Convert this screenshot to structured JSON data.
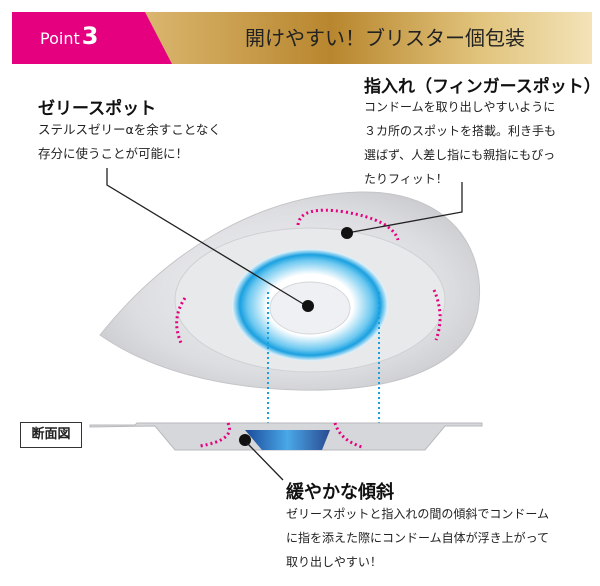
{
  "banner": {
    "point_label": "Point",
    "point_number": "3",
    "title": "開けやすい！ブリスター個包装"
  },
  "jelly_spot": {
    "title": "ゼリースポット",
    "lines": [
      "ステルスゼリーαを余すことなく",
      "存分に使うことが可能に！"
    ]
  },
  "finger_spot": {
    "title": "指入れ（フィンガースポット）",
    "lines": [
      "コンドームを取り出しやすいように",
      "３カ所のスポットを搭載。利き手も",
      "選ばず、人差し指にも親指にもぴっ",
      "たりフィット！"
    ]
  },
  "cross_section": {
    "label": "断面図"
  },
  "slope": {
    "title": "緩やかな傾斜",
    "lines": [
      "ゼリースポットと指入れの間の傾斜でコンドーム",
      "に指を添えた際にコンドーム自体が浮き上がって",
      "取り出しやすい！"
    ]
  },
  "colors": {
    "pink": "#e5007f",
    "blue": "#1aa0e0",
    "gold": "#b8862e"
  }
}
